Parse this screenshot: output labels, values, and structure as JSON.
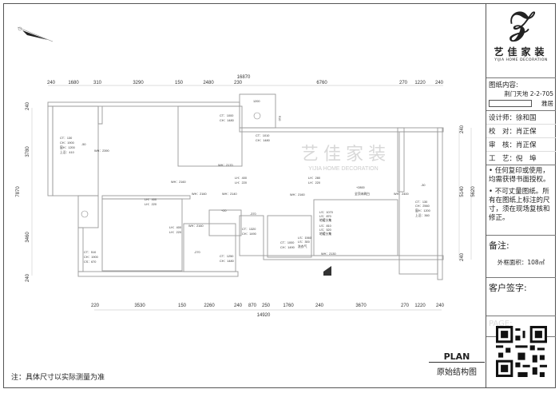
{
  "panel": {
    "logo_cn": "艺佳家装",
    "logo_en": "YIJIA HOME DECORATION",
    "content_label": "图纸内容:",
    "project": "荆门天地 2-2-705",
    "style": "雅居",
    "designer": "设计师：徐和国",
    "checker": "校　对：肖正保",
    "reviewer": "审　核：肖正保",
    "craft": "工　艺：倪　埠",
    "notice1": "• 任何复印或使用，均需获得书面授权。",
    "notice2": "• 不可丈量图纸。所有在图纸上标注的尺寸，须在现场复核和修正。",
    "remarks_label": "备注:",
    "area": "外框面积：108㎡",
    "signature_label": "客户签字:",
    "page_label": "PAGE:"
  },
  "title": {
    "plan": "PLAN",
    "name": "原始结构图"
  },
  "footnote": "注：具体尺寸以实际测量为准",
  "watermark": {
    "cn": "艺 佳 家 装",
    "en": "YIJIA HOME DECORATION"
  },
  "dims": {
    "top_total": "16870",
    "top": [
      "240",
      "1680",
      "310",
      "3290",
      "150",
      "2480",
      "230",
      "6760",
      "270",
      "1220",
      "240"
    ],
    "bottom": [
      "220",
      "3530",
      "150",
      "2260",
      "240",
      "870",
      "250",
      "1760",
      "240",
      "3670",
      "270",
      "1220",
      "240"
    ],
    "bottom_total": "14920",
    "left": [
      "240",
      "3780",
      "7870",
      "3460",
      "240"
    ],
    "right": [
      "240",
      "5140",
      "5620",
      "240"
    ],
    "bath_w": "1200",
    "bath_h": "910"
  },
  "labels": {
    "a": [
      "CT：130",
      "CH：1900",
      "窗H：1200",
      "上沿：410"
    ],
    "a_level": "-50",
    "wh2390": "WH：2390",
    "b": [
      "CT：1000",
      "CH：1480"
    ],
    "wh2170": "WH：2170",
    "wh2160a": "WH：2160",
    "wh2160b": "WH：2160",
    "lh1": [
      "LH：400",
      "LH：220"
    ],
    "wh2140": "WH：2140",
    "c": [
      "CT：1010",
      "CH：1480"
    ],
    "lh2": [
      "LH：280",
      "LH：220"
    ],
    "wh2160c": "WH：2160",
    "ceiling": "+2800",
    "ceiling_note": "全顶未刷白",
    "wh2400": "WH：2400",
    "r_level": "-30",
    "lh3": [
      "LH：400",
      "LH：220"
    ],
    "lh4": [
      "LH：400",
      "LH：220"
    ],
    "wh2160d": "WH：2160",
    "d": [
      "CT：510",
      "CH：1900",
      "CS：670"
    ],
    "e_level": "-270",
    "e": [
      "CT：1250",
      "CH：1480"
    ],
    "plus20": "+20",
    "f_level": "-370",
    "f": [
      "CT：1320",
      "CH：1490"
    ],
    "g": [
      "CT：1000",
      "CH：1490"
    ],
    "ls1": [
      "LS：1560",
      "LS：300",
      "洗衣气"
    ],
    "ls2": [
      "LS：1070",
      "LS：870",
      "地暖分集"
    ],
    "ls3": [
      "LS：810",
      "LS：520",
      "地暖分集"
    ],
    "wh2130": "WH：2130",
    "h": [
      "CT：130",
      "CH：2560",
      "窗H：1200",
      "上沿：360"
    ]
  }
}
